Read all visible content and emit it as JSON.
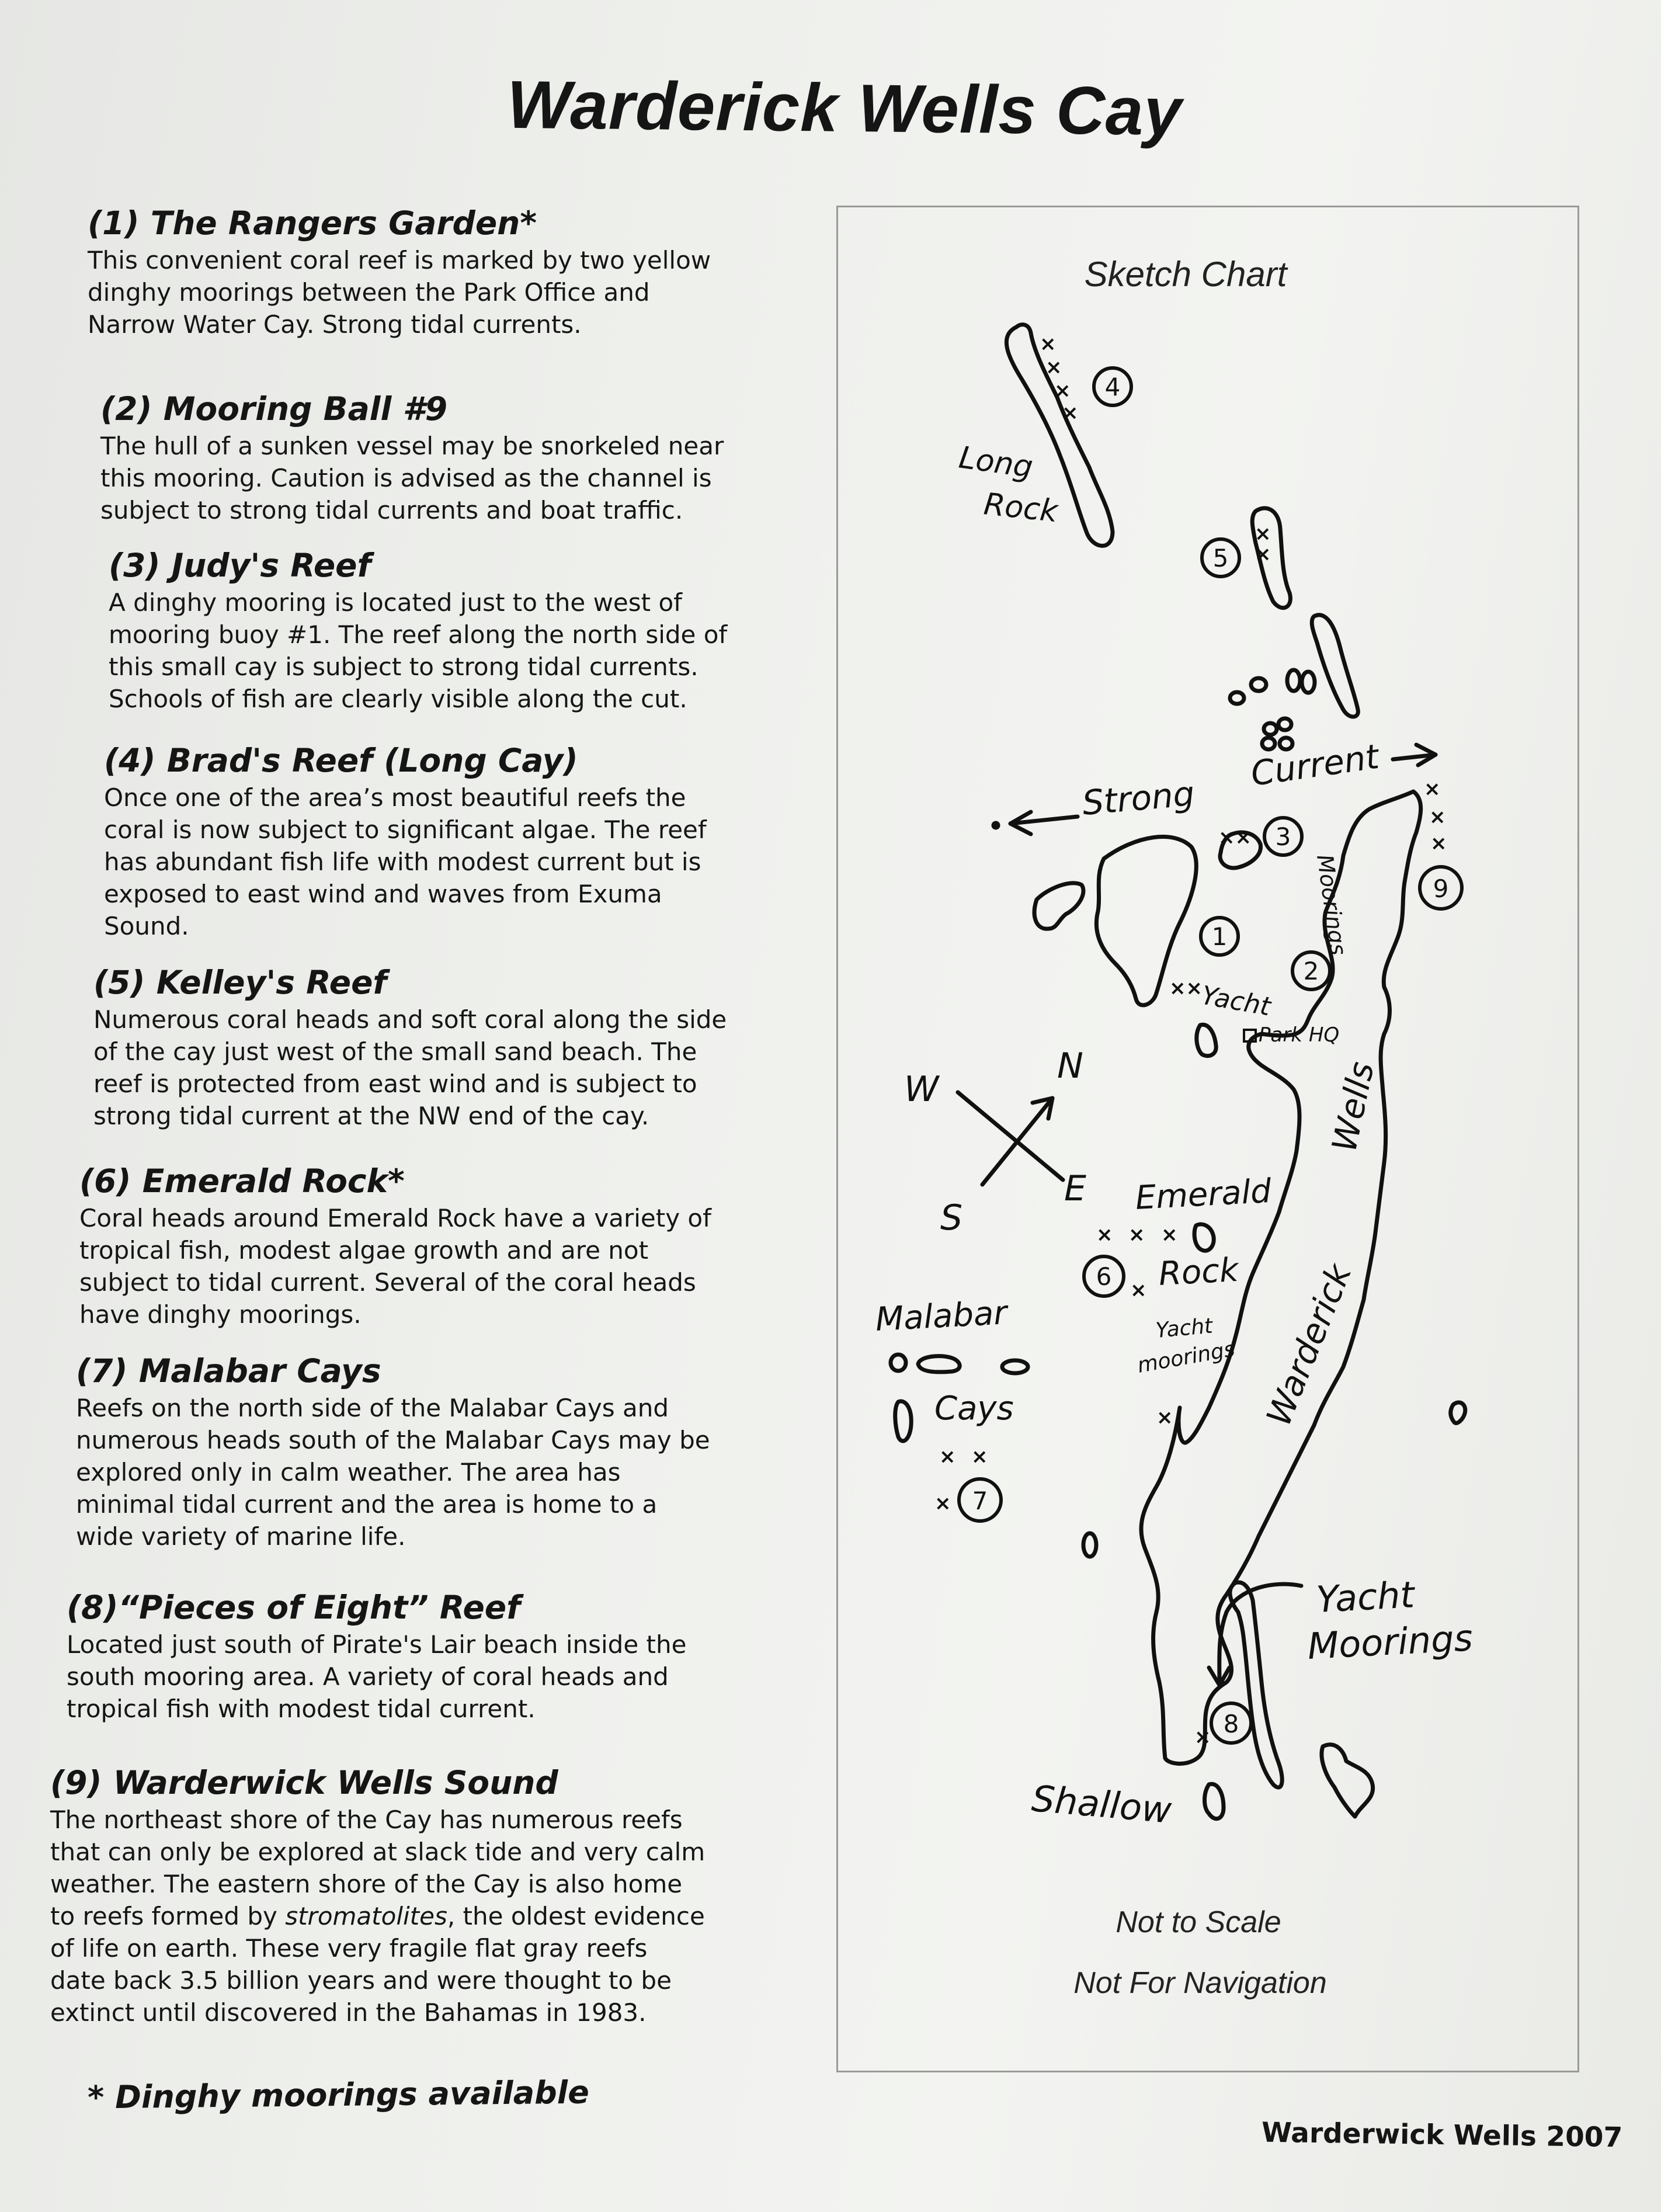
{
  "title": "Warderick Wells Cay",
  "sites": [
    {
      "heading": "(1) The Rangers Garden*",
      "text": "This convenient coral reef is marked by two yellow\ndinghy moorings between the Park Office and\nNarrow Water Cay. Strong tidal currents."
    },
    {
      "heading": "(2) Mooring Ball #9",
      "text": "The hull of a sunken vessel may be snorkeled near\nthis mooring. Caution is advised as the channel is\nsubject to strong tidal currents and boat traffic."
    },
    {
      "heading": "(3) Judy's Reef",
      "text": "A dinghy mooring is located just to the west of\nmooring buoy #1. The reef along the north side of\nthis small cay is subject to strong tidal currents.\nSchools of fish are clearly visible along the cut."
    },
    {
      "heading": "(4) Brad's Reef (Long Cay)",
      "text": "Once one of the area’s most beautiful reefs the\ncoral is now subject to significant algae. The reef\nhas abundant fish life with modest current but is\nexposed to east wind and waves from Exuma\nSound."
    },
    {
      "heading": "(5) Kelley's Reef",
      "text": "Numerous coral heads and soft coral along the side\nof the cay just west of the small sand beach. The\nreef is protected from east wind and is subject to\nstrong tidal current at the NW end of the cay."
    },
    {
      "heading": "(6) Emerald Rock*",
      "text": "Coral heads around Emerald Rock have a variety of\ntropical fish, modest algae growth and are not\nsubject to tidal current. Several of the coral heads\nhave dinghy moorings."
    },
    {
      "heading": "(7) Malabar Cays",
      "text": "Reefs on the north side of the Malabar Cays and\nnumerous heads south of the Malabar Cays may be\nexplored only in calm weather. The area has\nminimal tidal current and the area is home to a\nwide variety of marine life."
    },
    {
      "heading": "(8)“Pieces of Eight” Reef",
      "text": "Located just south of Pirate's Lair beach inside the\nsouth mooring area. A variety of coral heads and\ntropical fish with modest tidal current."
    },
    {
      "heading": "(9) Warderwick Wells Sound",
      "text_before": "The northeast shore of the Cay has numerous reefs\nthat can only be explored at slack tide and very calm\nweather. The eastern shore of the Cay is also home\nto reefs formed by ",
      "text_em": "stromatolites",
      "text_after": ", the oldest evidence\nof life on earth. These very fragile flat gray reefs\ndate back 3.5 billion years and were thought to be\nextinct until discovered in the Bahamas in 1983."
    }
  ],
  "footnote": "* Dinghy moorings available",
  "footer": "Warderwick Wells 2007",
  "map": {
    "caption": "Sketch Chart",
    "labels": {
      "long": "Long",
      "rock": "Rock",
      "strong": "Strong",
      "current": "Current",
      "moorings_vertical": "Moorings",
      "yacht": "Yacht",
      "park_hq": "Park HQ",
      "wells": "Wells",
      "warderick": "Warderick",
      "emerald": "Emerald",
      "rock2": "Rock",
      "yacht_moorings_small": "Yacht\nmoorings",
      "malabar": "Malabar",
      "cays": "Cays",
      "yacht_moorings_big_1": "Yacht",
      "yacht_moorings_big_2": "Moorings",
      "shallow": "Shallow"
    },
    "compass": {
      "n": "N",
      "e": "E",
      "s": "S",
      "w": "W"
    },
    "markers": [
      "1",
      "2",
      "3",
      "4",
      "5",
      "6",
      "7",
      "8",
      "9"
    ],
    "not_to_scale": "Not to Scale",
    "not_for_navigation": "Not For Navigation"
  }
}
